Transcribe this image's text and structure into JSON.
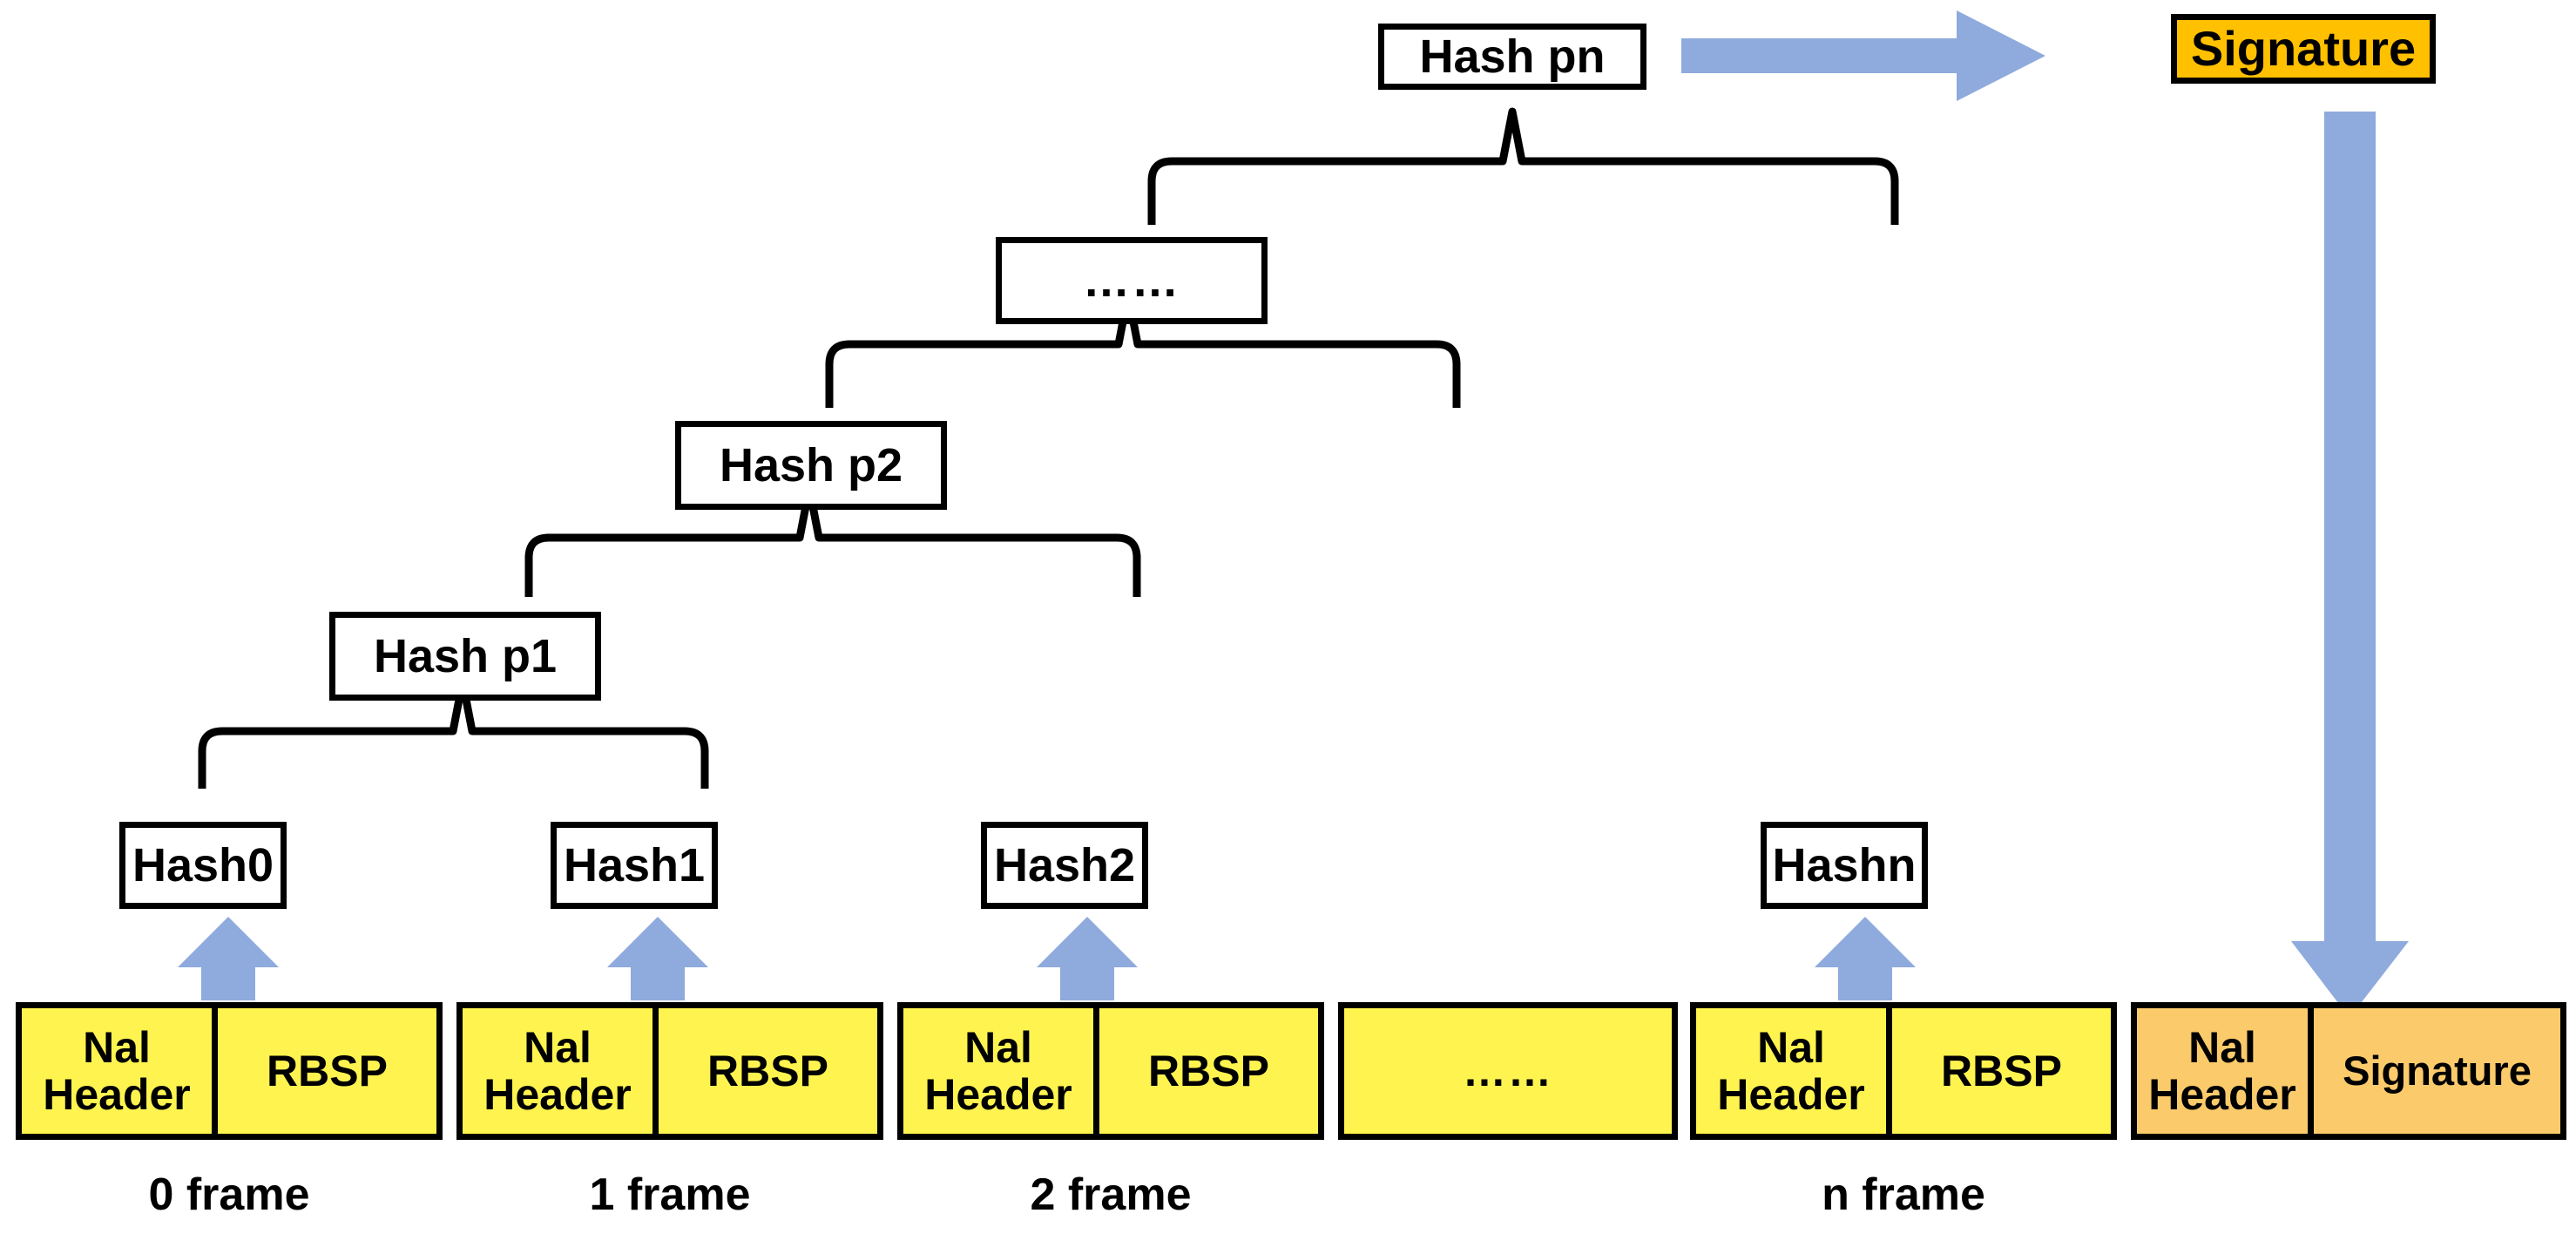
{
  "diagram": {
    "title": "Merkle hash tree over NAL frames with appended signature",
    "colors": {
      "frame_yellow": "#FFF44F",
      "frame_orange": "#FBCB6B",
      "signature_gold": "#FFC000",
      "arrow_blue": "#8FAADC",
      "outline_black": "#000000",
      "background": "#FFFFFF"
    }
  },
  "tree": {
    "root": {
      "label": "Hash pn"
    },
    "level_ellipsis": {
      "label": "……"
    },
    "level_p2": {
      "label": "Hash p2"
    },
    "level_p1": {
      "label": "Hash p1"
    },
    "leaves": [
      {
        "label": "Hash0"
      },
      {
        "label": "Hash1"
      },
      {
        "label": "Hash2"
      },
      {
        "label": "Hashn"
      }
    ]
  },
  "signature_box": {
    "label": "Signature"
  },
  "frames": [
    {
      "label": "0 frame",
      "cells": [
        {
          "text": "Nal\nHeader"
        },
        {
          "text": "RBSP"
        }
      ]
    },
    {
      "label": "1 frame",
      "cells": [
        {
          "text": "Nal\nHeader"
        },
        {
          "text": "RBSP"
        }
      ]
    },
    {
      "label": "2 frame",
      "cells": [
        {
          "text": "Nal\nHeader"
        },
        {
          "text": "RBSP"
        }
      ]
    },
    {
      "label": "",
      "cells": [
        {
          "text": "……"
        }
      ]
    },
    {
      "label": "n frame",
      "cells": [
        {
          "text": "Nal\nHeader"
        },
        {
          "text": "RBSP"
        }
      ]
    },
    {
      "label": "",
      "cells": [
        {
          "text": "Nal\nHeader"
        },
        {
          "text": "Signature"
        }
      ]
    }
  ],
  "arrows": {
    "sign_arrow": {
      "name": "hash-to-signature-arrow",
      "direction": "right"
    },
    "embed_arrow": {
      "name": "signature-to-nal-arrow",
      "direction": "down"
    },
    "hash_arrows": [
      {
        "name": "frame0-to-hash0-arrow",
        "direction": "up"
      },
      {
        "name": "frame1-to-hash1-arrow",
        "direction": "up"
      },
      {
        "name": "frame2-to-hash2-arrow",
        "direction": "up"
      },
      {
        "name": "framen-to-hashn-arrow",
        "direction": "up"
      }
    ]
  }
}
